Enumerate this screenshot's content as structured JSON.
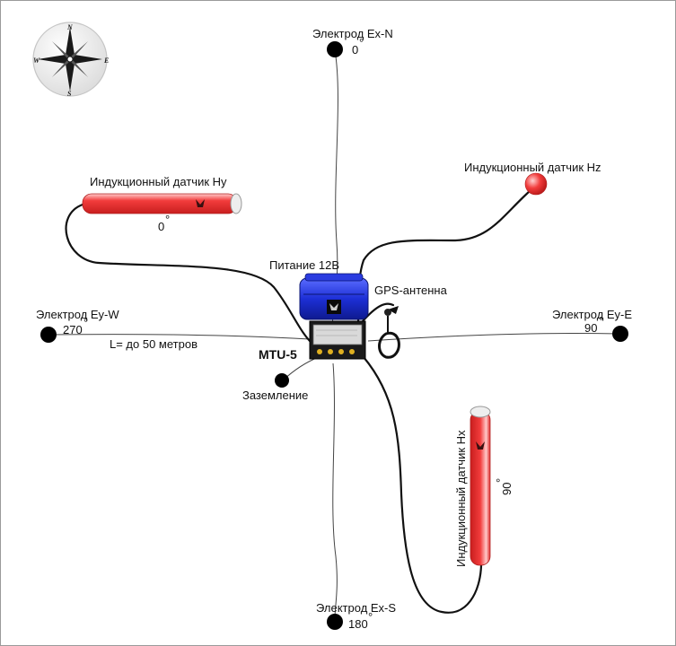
{
  "compass": {
    "n": "N",
    "s": "S",
    "e": "E",
    "w": "W"
  },
  "electrodes": {
    "ex_n": {
      "label": "Электрод Ex-N",
      "angle": "0",
      "deg": "°"
    },
    "ex_s": {
      "label": "Электрод Ex-S",
      "angle": "180",
      "deg": "°"
    },
    "ey_w": {
      "label": "Электрод Ey-W",
      "angle": "270",
      "deg": "°"
    },
    "ey_e": {
      "label": "Электрод Ey-E",
      "angle": "90",
      "deg": "°"
    }
  },
  "sensors": {
    "hy": {
      "label": "Индукционный датчик Hy",
      "angle": "0",
      "deg": "°"
    },
    "hz": {
      "label": "Индукционный датчик Hz"
    },
    "hx": {
      "label": "Индукционный датчик Hx",
      "angle": "90",
      "deg": "°"
    }
  },
  "power": {
    "label": "Питание 12В"
  },
  "gps": {
    "label": "GPS-антенна"
  },
  "unit": {
    "label": "MTU-5"
  },
  "ground": {
    "label": "Заземление"
  },
  "distance": {
    "label": "L= до 50 метров"
  },
  "colors": {
    "sensor_red": "#f23c3c",
    "battery_blue": "#1d2fd6",
    "electrode": "#000000"
  }
}
